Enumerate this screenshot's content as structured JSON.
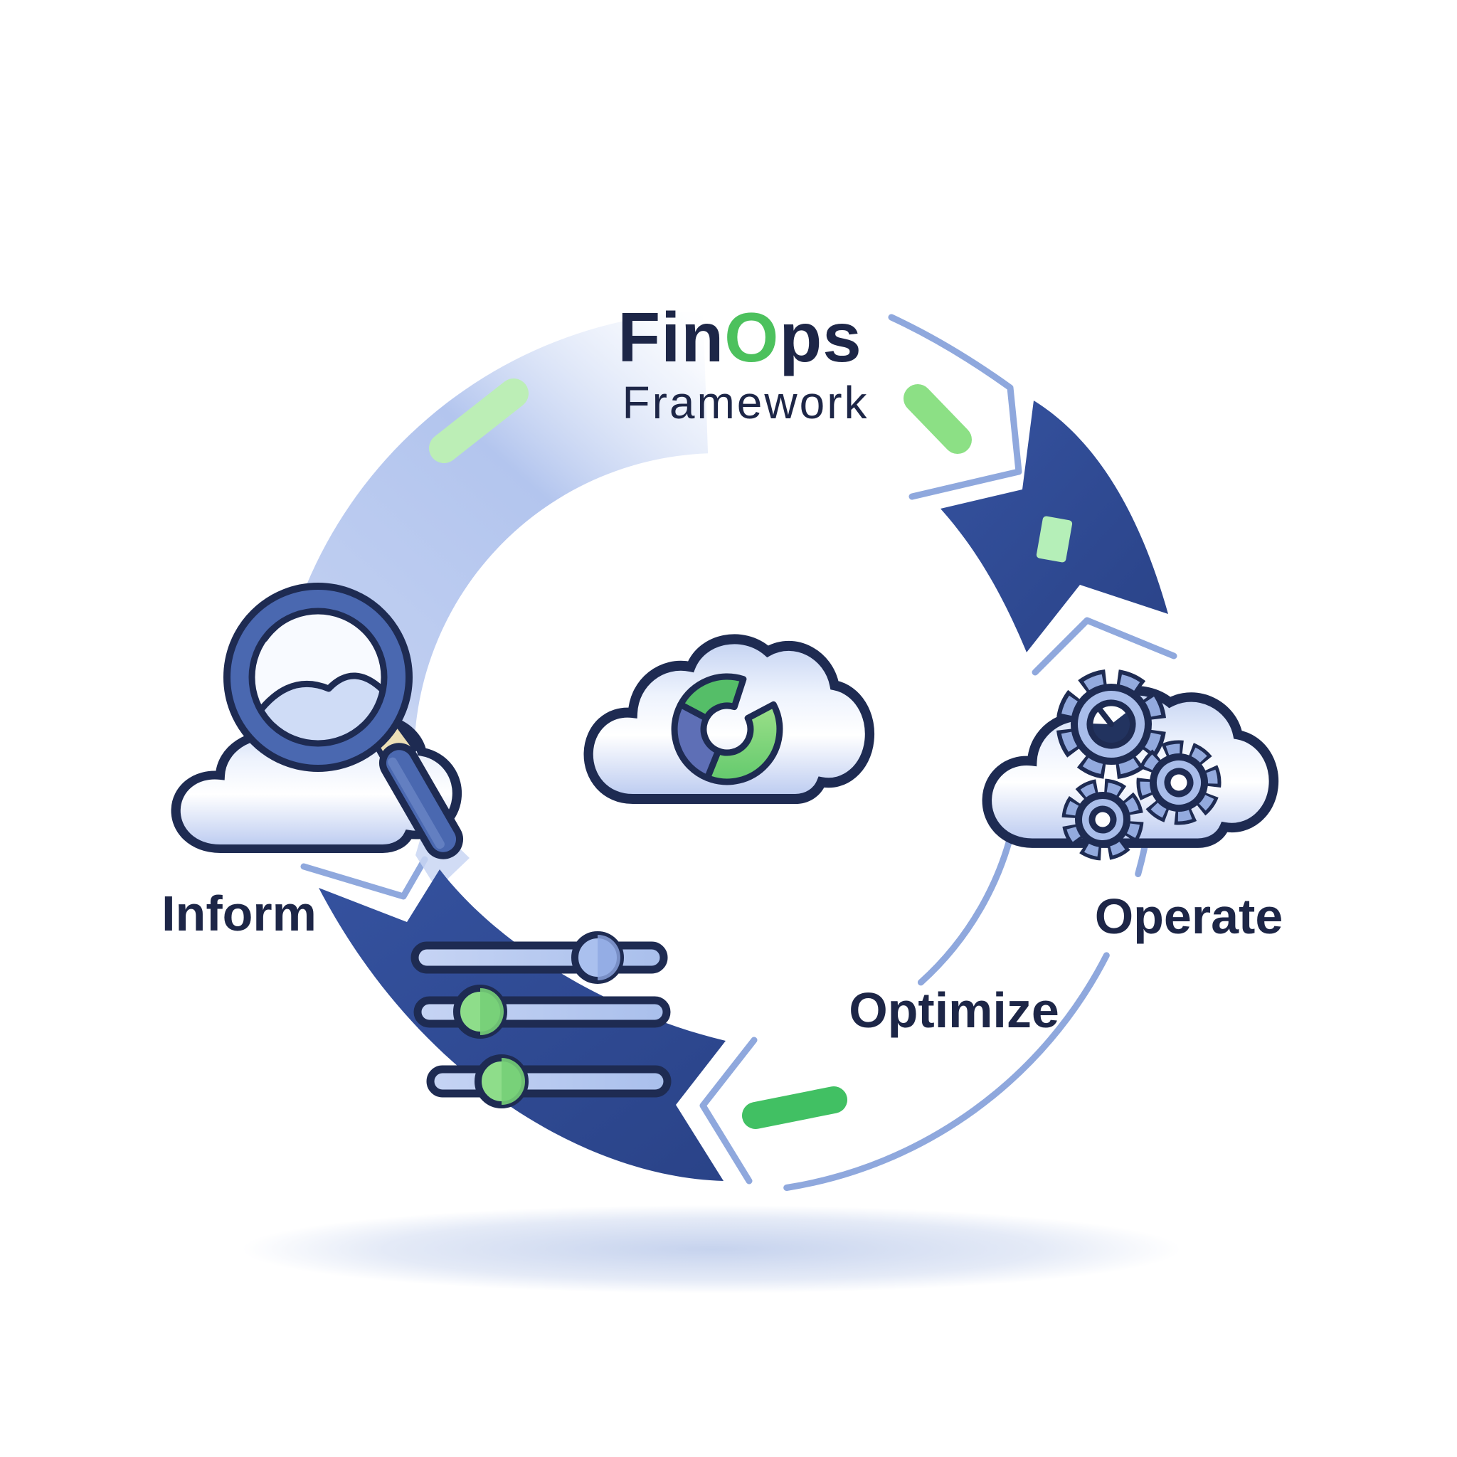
{
  "diagram": {
    "type": "cycle",
    "name": "FinOps Framework lifecycle",
    "direction": "clockwise",
    "center_icon": "cloud-donut-chart-icon"
  },
  "title": {
    "part1": "Fin",
    "accent": "O",
    "part2": "ps",
    "subtitle": "Framework"
  },
  "phases": [
    {
      "label": "Inform",
      "icon": "magnifier-cloud-icon",
      "position": "left"
    },
    {
      "label": "Optimize",
      "icon": "sliders-icon",
      "position": "bottom"
    },
    {
      "label": "Operate",
      "icon": "gears-cloud-icon",
      "position": "right"
    }
  ],
  "colors": {
    "navy_text": "#1d2647",
    "green_accent": "#4cc15d",
    "arrow_navy": "#2e4a94",
    "band_periwinkle": "#b7c8ef",
    "thin_arc_blue": "#8fa8dd",
    "icon_outline": "#1e2b52",
    "cloud_periwinkle": "#b9c9f0",
    "mint_dash": "#b9edb4",
    "bright_green_dash": "#41c063",
    "donut_green": "#55be68",
    "donut_light_green": "#8edc7f",
    "donut_blue": "#5e6fb6",
    "magnifier_blue": "#4a68b0",
    "handle_joint_beige": "#ecdfb6"
  }
}
